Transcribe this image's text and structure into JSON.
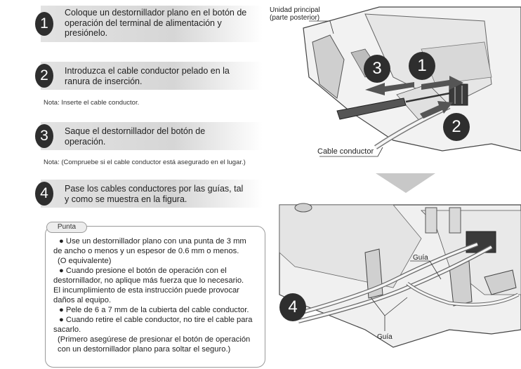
{
  "steps": [
    {
      "num": "1",
      "lines": [
        "Coloque un destornillador plano en el botón de",
        "operación del terminal de alimentación y",
        "presiónelo."
      ]
    },
    {
      "num": "2",
      "lines": [
        "Introduzca el cable conductor pelado en la",
        "ranura de inserción."
      ]
    },
    {
      "num": "3",
      "lines": [
        "Saque el destornillador del botón de",
        "operación."
      ]
    },
    {
      "num": "4",
      "lines": [
        "Pase los cables conductores por las guías, tal",
        "y como se muestra en la figura."
      ]
    }
  ],
  "notes": {
    "after_step2": "Nota: Inserte el cable conductor.",
    "after_step3": "Nota: (Compruebe si el cable conductor está asegurado en el lugar.)"
  },
  "tip": {
    "title": "Punta",
    "lines": [
      "● Use un destornillador plano con una punta de 3 mm",
      "de ancho o menos y un espesor de 0.6 mm o menos.",
      "(O equivalente)",
      "● Cuando presione el botón de operación con el",
      "destornillador, no aplique más fuerza que lo necesario.",
      "El incumplimiento de esta instrucción puede provocar",
      "daños al equipo.",
      "● Pele de 6 a 7 mm de la cubierta del cable conductor.",
      "● Cuando retire el cable conductor, no tire el cable para",
      "sacarlo.",
      "(Primero asegúrese de presionar el botón de operación",
      "con un destornillador plano para soltar el seguro.)"
    ]
  },
  "figure_top": {
    "label_unit": [
      "Unidad principal",
      "(parte posterior)"
    ],
    "label_cable": "Cable conductor",
    "badges": [
      "1",
      "2",
      "3"
    ]
  },
  "figure_bottom": {
    "badge": "4",
    "label_guide_upper": "Guía",
    "label_guide_lower": "Guía"
  }
}
